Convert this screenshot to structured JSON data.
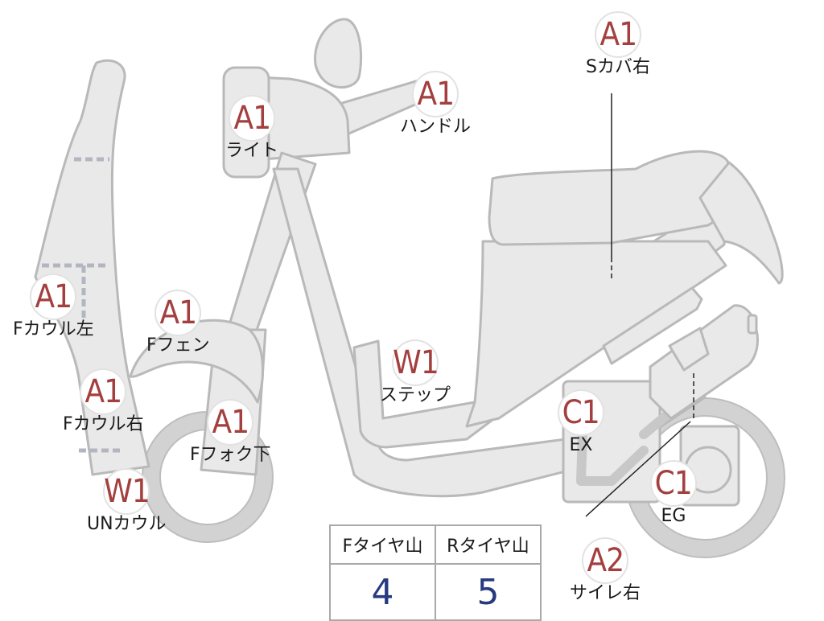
{
  "markers": [
    {
      "id": "s-cover-right",
      "grade": "A1",
      "label": "Sカバ右"
    },
    {
      "id": "handle",
      "grade": "A1",
      "label": "ハンドル"
    },
    {
      "id": "light",
      "grade": "A1",
      "label": "ライト"
    },
    {
      "id": "f-cowl-left",
      "grade": "A1",
      "label": "Fカウル左"
    },
    {
      "id": "f-fender",
      "grade": "A1",
      "label": "Fフェン"
    },
    {
      "id": "f-cowl-right",
      "grade": "A1",
      "label": "Fカウル右"
    },
    {
      "id": "f-fork-lower",
      "grade": "A1",
      "label": "Fフォク下"
    },
    {
      "id": "un-cowl",
      "grade": "W1",
      "label": "UNカウル"
    },
    {
      "id": "step",
      "grade": "W1",
      "label": "ステップ"
    },
    {
      "id": "ex",
      "grade": "C1",
      "label": "EX"
    },
    {
      "id": "eg",
      "grade": "C1",
      "label": "EG"
    },
    {
      "id": "silencer-right",
      "grade": "A2",
      "label": "サイレ右"
    }
  ],
  "tire_table": {
    "headers": [
      "Fタイヤ山",
      "Rタイヤ山"
    ],
    "values": [
      "4",
      "5"
    ]
  },
  "colors": {
    "grade_text": "#a3403f",
    "value_text": "#263a80",
    "body_fill": "#e9e9e9",
    "body_stroke": "#b9b9b9"
  }
}
